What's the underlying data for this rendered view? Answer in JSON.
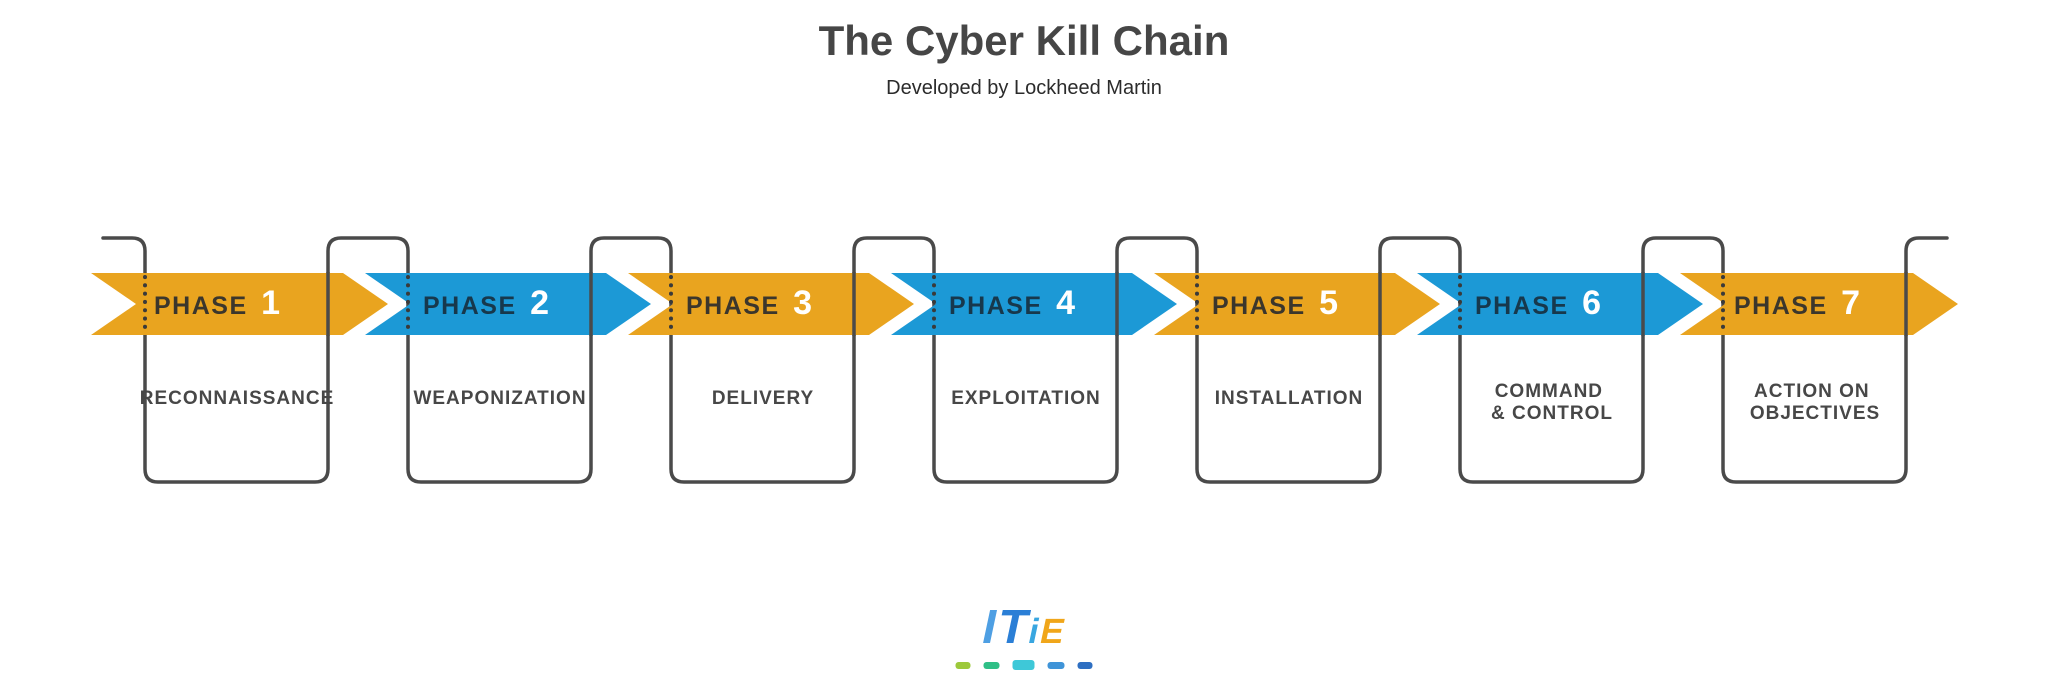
{
  "header": {
    "title": "The Cyber Kill Chain",
    "subtitle": "Developed by Lockheed Martin"
  },
  "labels": {
    "phase_word": "PHASE"
  },
  "theme": {
    "orange": "#E9A41F",
    "blue": "#1C99D6",
    "line": "#4A4A4A",
    "dot": "#3A3A3A",
    "number_color": "#FFFFFF",
    "card_text": "#474747",
    "title_color": "#464646",
    "subtitle_color": "#2B2B2B"
  },
  "phases": [
    {
      "number": "1",
      "color": "#E9A41F",
      "word_color": "#3B362C",
      "card_lines": [
        "RECONNAISSANCE"
      ]
    },
    {
      "number": "2",
      "color": "#1C99D6",
      "word_color": "#17384C",
      "card_lines": [
        "WEAPONIZATION"
      ]
    },
    {
      "number": "3",
      "color": "#E9A41F",
      "word_color": "#3B362C",
      "card_lines": [
        "DELIVERY"
      ]
    },
    {
      "number": "4",
      "color": "#1C99D6",
      "word_color": "#17384C",
      "card_lines": [
        "EXPLOITATION"
      ]
    },
    {
      "number": "5",
      "color": "#E9A41F",
      "word_color": "#3B362C",
      "card_lines": [
        "INSTALLATION"
      ]
    },
    {
      "number": "6",
      "color": "#1C99D6",
      "word_color": "#17384C",
      "card_lines": [
        "COMMAND",
        "& CONTROL"
      ]
    },
    {
      "number": "7",
      "color": "#E9A41F",
      "word_color": "#3B362C",
      "card_lines": [
        "ACTION ON",
        "OBJECTIVES"
      ]
    }
  ],
  "logo": {
    "l1": "I",
    "l1_color": "#4E9FE3",
    "l2": "T",
    "l2_color": "#2B7FD6",
    "l3": "i",
    "l3_color": "#38A6E0",
    "l4": "E",
    "l4_color": "#F0A61A",
    "dash_colors": [
      "#9DC93B",
      "#2FBF86",
      "#3EC8D8",
      "#3F94D8",
      "#2E6FC2"
    ]
  }
}
